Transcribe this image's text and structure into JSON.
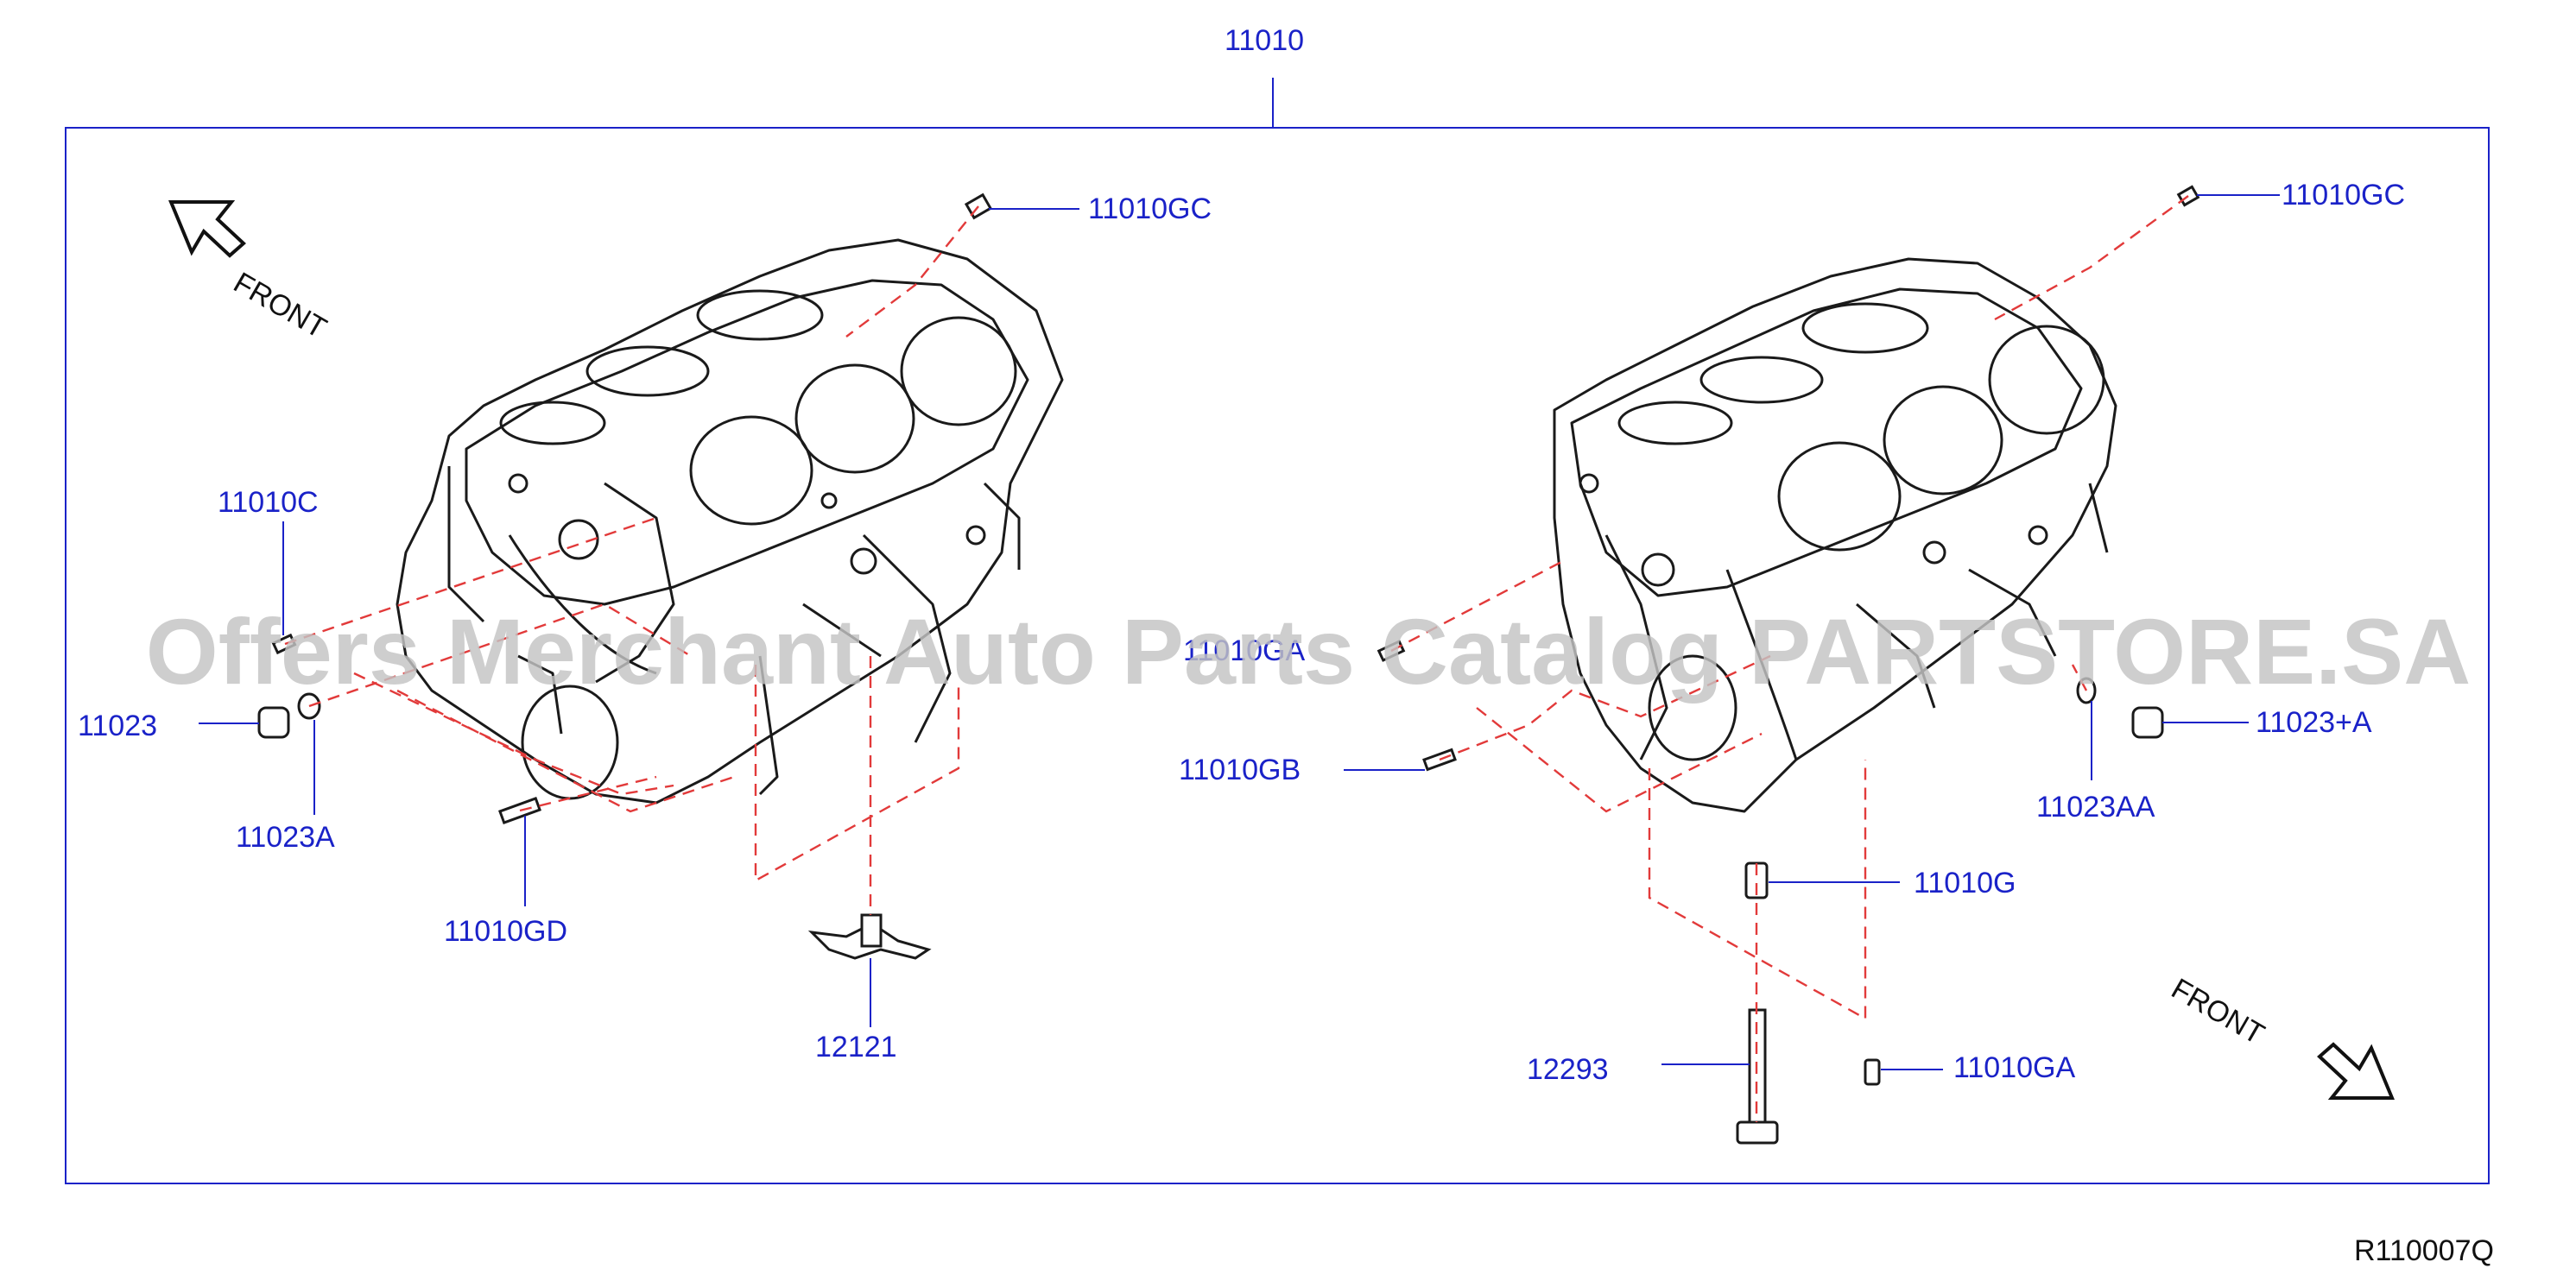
{
  "diagram": {
    "assembly_label": "11010",
    "ref_code": "R110007Q",
    "front_left": "FRONT",
    "front_right": "FRONT",
    "watermark": "Offers Merchant Auto Parts Catalog PARTSTORE.SA",
    "colors": {
      "label": "#1a22c8",
      "frame": "#1a22c8",
      "leader": "#e23a3a",
      "drawing": "#1a1a1a"
    },
    "left_labels": {
      "gc": "11010GC",
      "c": "11010C",
      "p11023": "11023",
      "p11023a": "11023A",
      "gd": "11010GD",
      "p12121": "12121"
    },
    "right_labels": {
      "gc": "11010GC",
      "ga_top": "11010GA",
      "gb": "11010GB",
      "p11023pa": "11023+A",
      "p11023aa": "11023AA",
      "g": "11010G",
      "p12293": "12293",
      "ga": "11010GA"
    }
  }
}
